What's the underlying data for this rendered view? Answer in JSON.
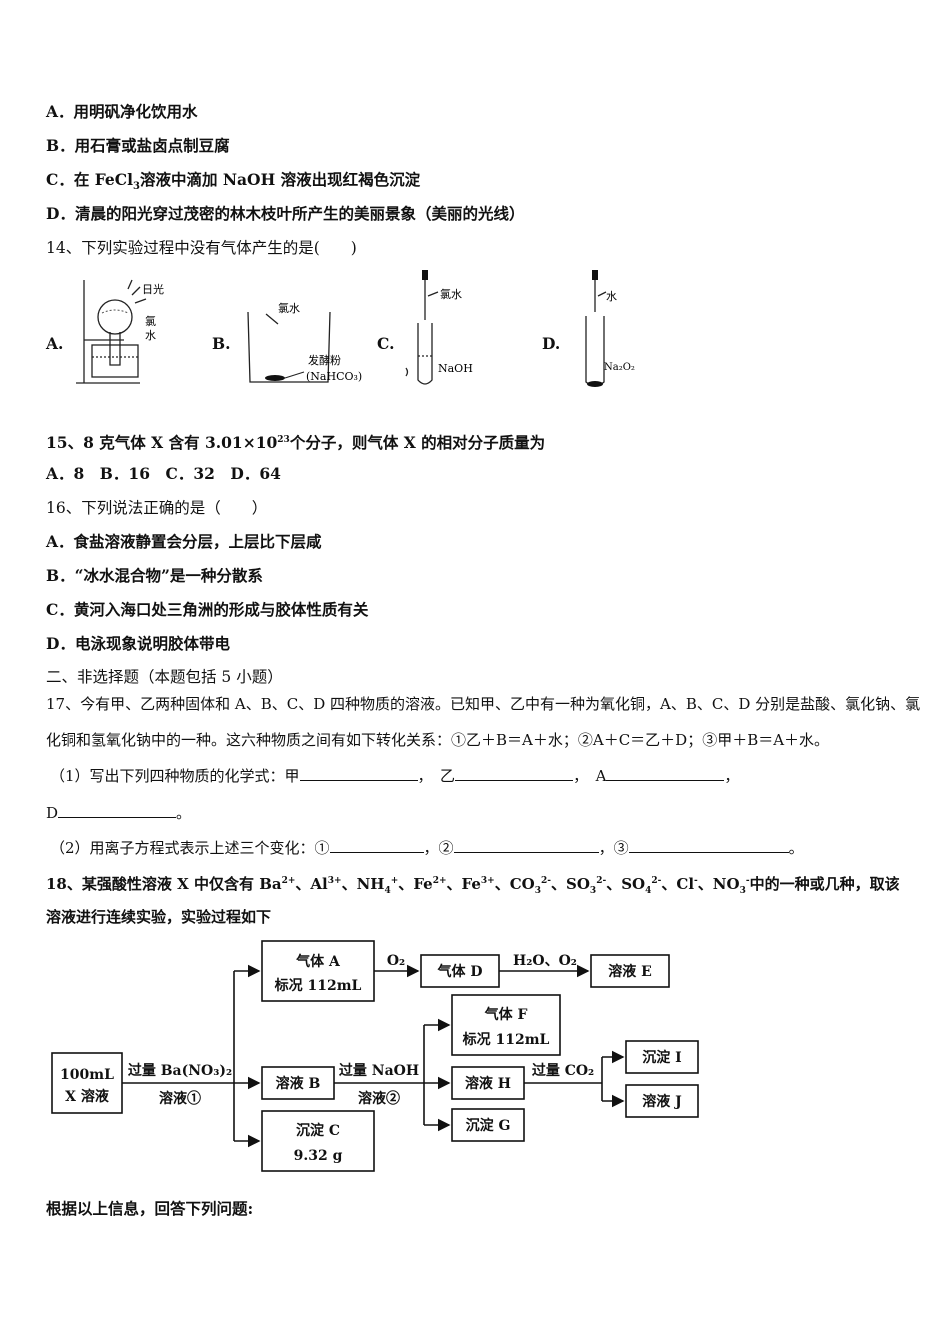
{
  "q13_options": [
    {
      "letter": "A．",
      "text": "用明矾净化饮用水"
    },
    {
      "letter": "B．",
      "text": "用石膏或盐卤点制豆腐"
    },
    {
      "letter": "C．",
      "text_before": "在 FeCl",
      "sub": "3",
      "text_after": "溶液中滴加 NaOH 溶液出现红褐色沉淀"
    },
    {
      "letter": "D．",
      "text": "清晨的阳光穿过茂密的林木枝叶所产生的美丽景象（美丽的光线）"
    }
  ],
  "q14": {
    "stem": "14、下列实验过程中没有气体产生的是(　　)",
    "opt_a": "A.",
    "opt_b": "B.",
    "opt_c": "C.",
    "opt_d": "D.",
    "fig_a": {
      "sun": "日光",
      "water1": "氯",
      "water2": "水"
    },
    "fig_b": {
      "water": "氯水",
      "powder": "发酵粉",
      "formula": "(NaHCO₃)"
    },
    "fig_c": {
      "water": "氯水",
      "reagent": "NaOH"
    },
    "fig_d": {
      "water": "水",
      "reagent": "Na₂O₂"
    }
  },
  "q15": {
    "stem_before": "15、8 克气体 X 含有 3.01×10",
    "sup": "23",
    "stem_after": "个分子，则气体 X 的相对分子质量为",
    "options": "A．8　B．16　C．32　D．64"
  },
  "q16": {
    "stem": "16、下列说法正确的是（　　）",
    "options": [
      "A．食盐溶液静置会分层，上层比下层咸",
      "B．“冰水混合物”是一种分散系",
      "C．黄河入海口处三角洲的形成与胶体性质有关",
      "D．电泳现象说明胶体带电"
    ]
  },
  "section2": "二、非选择题（本题包括 5 小题）",
  "q17": {
    "line1": "17、今有甲、乙两种固体和 A、B、C、D 四种物质的溶液。已知甲、乙中有一种为氧化铜，A、B、C、D 分别是盐酸、氯化钠、氯",
    "line2": "化铜和氢氧化钠中的一种。这六种物质之间有如下转化关系：①乙＋B＝A＋水；②A＋C＝乙＋D；③甲＋B＝A＋水。",
    "sub1_prefix": "（1）写出下列四种物质的化学式：甲",
    "sub1_b": "，　乙",
    "sub1_c": "，　A",
    "sub1_end": "，",
    "sub1_d": "D",
    "sub1_d_end": "。",
    "sub2_prefix": "（2）用离子方程式表示上述三个变化：①",
    "sub2_b": "，②",
    "sub2_c": "，③",
    "sub2_end": "。"
  },
  "q18": {
    "line1_prefix": "18、某强酸性溶液 X 中仅含有 ",
    "ions": [
      {
        "base": "Ba",
        "sup": "2+"
      },
      {
        "base": "Al",
        "sup": "3+"
      },
      {
        "base": "NH",
        "sub": "4",
        "sup": "+"
      },
      {
        "base": "Fe",
        "sup": "2+"
      },
      {
        "base": "Fe",
        "sup": "3+"
      },
      {
        "base": "CO",
        "sub": "3",
        "sup": "2-"
      },
      {
        "base": "SO",
        "sub": "3",
        "sup": "2-"
      },
      {
        "base": "SO",
        "sub": "4",
        "sup": "2-"
      },
      {
        "base": "Cl",
        "sup": "-"
      },
      {
        "base": "NO",
        "sub": "3",
        "sup": "-"
      }
    ],
    "line1_suffix": "中的一种或几种，取该",
    "line2": "溶液进行连续实验，实验过程如下",
    "flow": {
      "start1": "100mL",
      "start2": "X 溶液",
      "step1_top": "过量 Ba(NO₃)₂",
      "step1_bottom": "溶液①",
      "gasA1": "气体 A",
      "gasA2": "标况 112mL",
      "o2": "O₂",
      "gasD": "气体 D",
      "h2o_o2": "H₂O、O₂",
      "solE": "溶液 E",
      "solB": "溶液 B",
      "precC1": "沉淀 C",
      "precC2": "9.32 g",
      "step2_top": "过量 NaOH",
      "step2_bottom": "溶液②",
      "gasF1": "气体 F",
      "gasF2": "标况 112mL",
      "solH": "溶液 H",
      "precG": "沉淀 G",
      "step3": "过量 CO₂",
      "precI": "沉淀 I",
      "solJ": "溶液 J"
    },
    "closing": "根据以上信息，回答下列问题:"
  }
}
